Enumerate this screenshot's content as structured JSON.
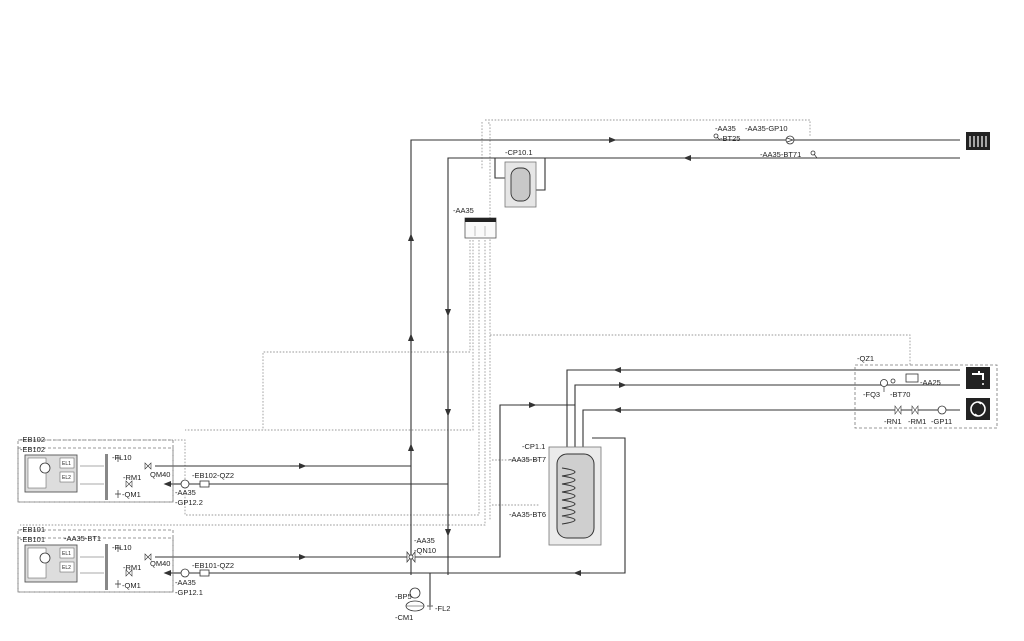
{
  "labels": {
    "aa35_top": "-AA35",
    "aa35_gp10": "-AA35-GP10",
    "bt25": "-BT25",
    "aa35_bt71": "-AA35-BT71",
    "cp10_1": "-CP10.1",
    "aa35_unit": "-AA35",
    "qz1": "-QZ1",
    "aa25": "-AA25",
    "fq3": "-FQ3",
    "bt70": "-BT70",
    "rn1": "-RN1",
    "rm1_qz": "-RM1",
    "gp11": "-GP11",
    "cp1_1": "-CP1.1",
    "aa35_bt7": "-AA35-BT7",
    "aa35_bt6": "-AA35-BT6",
    "eb102_outer": "-EB102",
    "eb102_inner": "-EB102",
    "eb102_fl10": "-FL10",
    "eb102_rm1": "-RM1",
    "eb102_qm1": "-QM1",
    "eb102_qm40": "QM40",
    "eb102_qz2": "-EB102-QZ2",
    "eb102_aa35": "-AA35",
    "eb102_gp12": "-GP12.2",
    "eb101_outer": "-EB101",
    "eb101_inner": "-EB101",
    "eb101_bt1": "-AA35-BT1",
    "eb101_fl10": "-FL10",
    "eb101_rm1": "-RM1",
    "eb101_qm1": "-QM1",
    "eb101_qm40": "QM40",
    "eb101_qz2": "-EB101-QZ2",
    "eb101_aa35": "-AA35",
    "eb101_gp12": "-GP12.1",
    "aa35_qn10": "-AA35",
    "qn10": "-QN10",
    "bp5": "-BP5",
    "cm1": "-CM1",
    "fl2": "-FL2",
    "hp_el1": "EL1",
    "hp_el2": "EL2"
  }
}
